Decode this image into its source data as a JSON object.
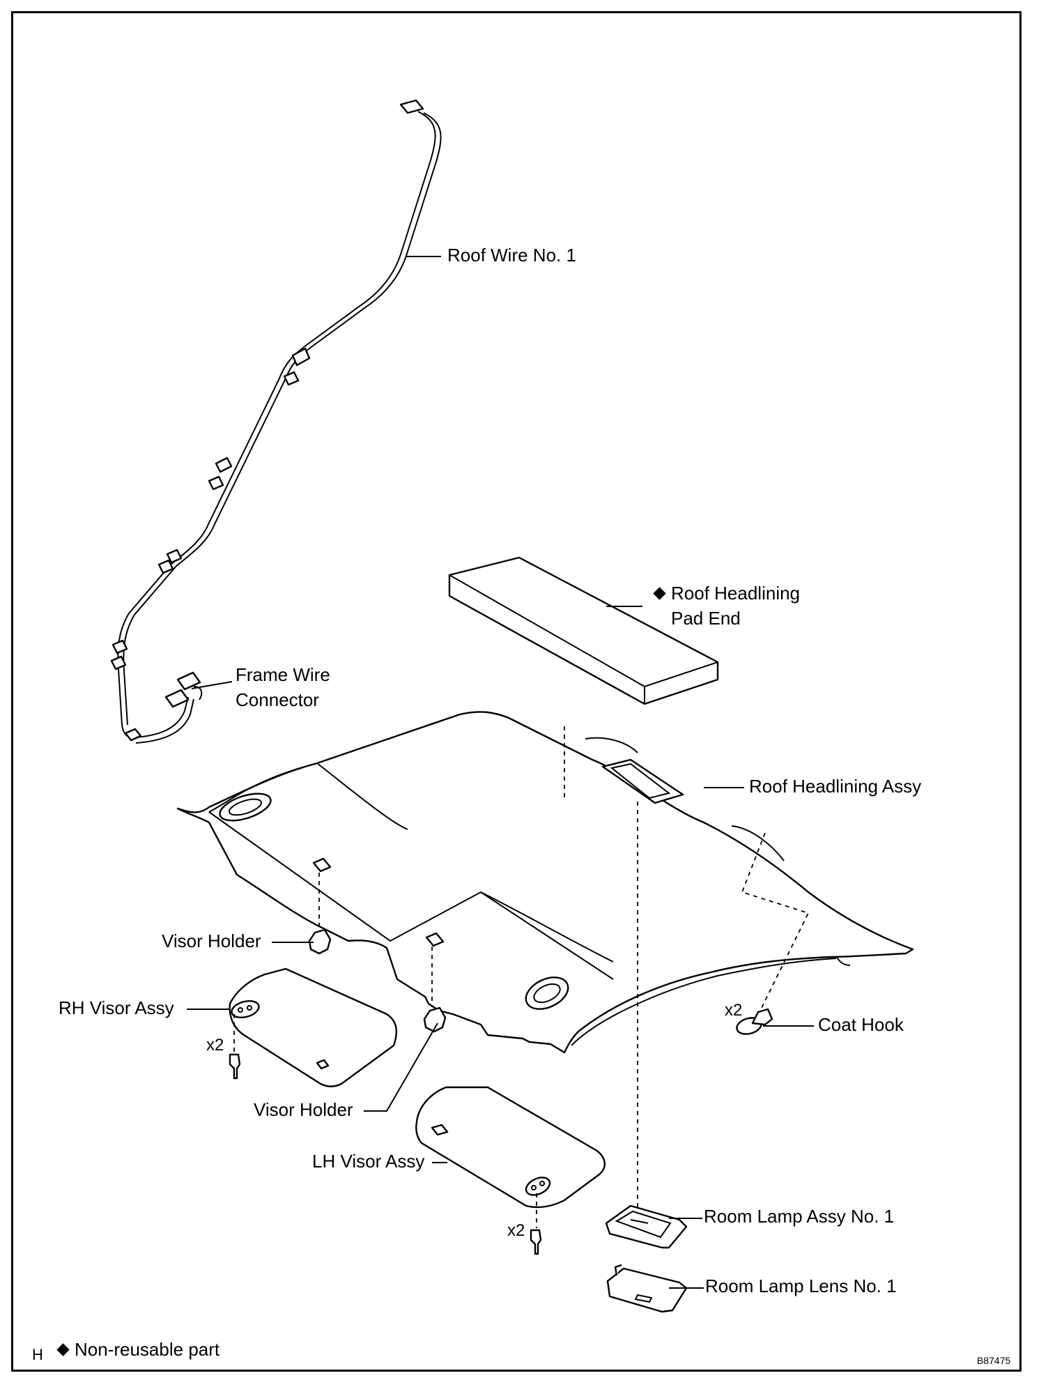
{
  "labels": {
    "roof_wire": "Roof Wire No. 1",
    "pad_end_line1": "Roof Headlining",
    "pad_end_line2": "Pad End",
    "frame_wire_line1": "Frame Wire",
    "frame_wire_line2": "Connector",
    "headlining_assy": "Roof Headlining Assy",
    "visor_holder_upper": "Visor Holder",
    "rh_visor": "RH Visor Assy",
    "x2_rh": "x2",
    "visor_holder_lower": "Visor Holder",
    "lh_visor": "LH Visor Assy",
    "x2_lh": "x2",
    "x2_coat": "x2",
    "coat_hook": "Coat Hook",
    "room_lamp_assy": "Room Lamp Assy No. 1",
    "room_lamp_lens": "Room Lamp Lens No. 1"
  },
  "legend": {
    "corner_letter": "H",
    "non_reusable": "Non-reusable part",
    "figure_code": "B87475"
  }
}
